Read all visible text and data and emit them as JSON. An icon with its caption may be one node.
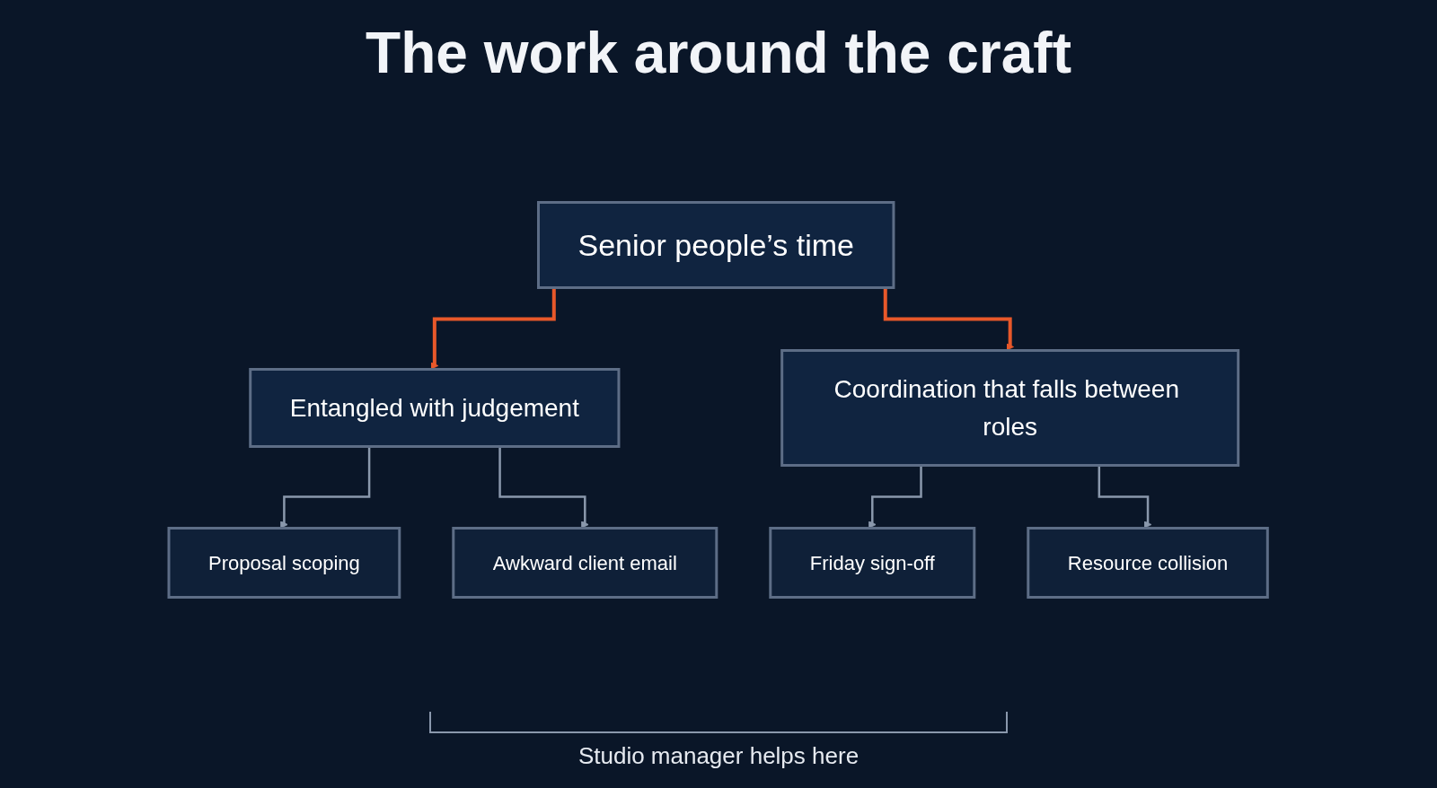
{
  "diagram": {
    "title": "The work around the craft",
    "nodes": [
      {
        "text": [
          "Senior people’s time"
        ]
      },
      {
        "text": [
          "Entangled with judgement"
        ]
      },
      {
        "text": [
          "Coordination that falls between roles"
        ]
      },
      {
        "text": [
          "Proposal scoping"
        ]
      },
      {
        "text": [
          "Awkward client email"
        ]
      },
      {
        "text": [
          "Friday sign-off"
        ]
      },
      {
        "text": [
          "Resource collision"
        ]
      }
    ],
    "edges": [
      {
        "from": 0,
        "to": 1,
        "arrow": "to",
        "color": "#e8582a"
      },
      {
        "from": 0,
        "to": 2,
        "arrow": "to",
        "color": "#e8582a"
      },
      {
        "from": 1,
        "to": 3,
        "arrow": "to"
      },
      {
        "from": 1,
        "to": 4,
        "arrow": "to"
      },
      {
        "from": 2,
        "to": 5,
        "arrow": "to"
      },
      {
        "from": 2,
        "to": 6,
        "arrow": "to"
      }
    ],
    "labels": [
      "Studio manager helps here"
    ]
  }
}
